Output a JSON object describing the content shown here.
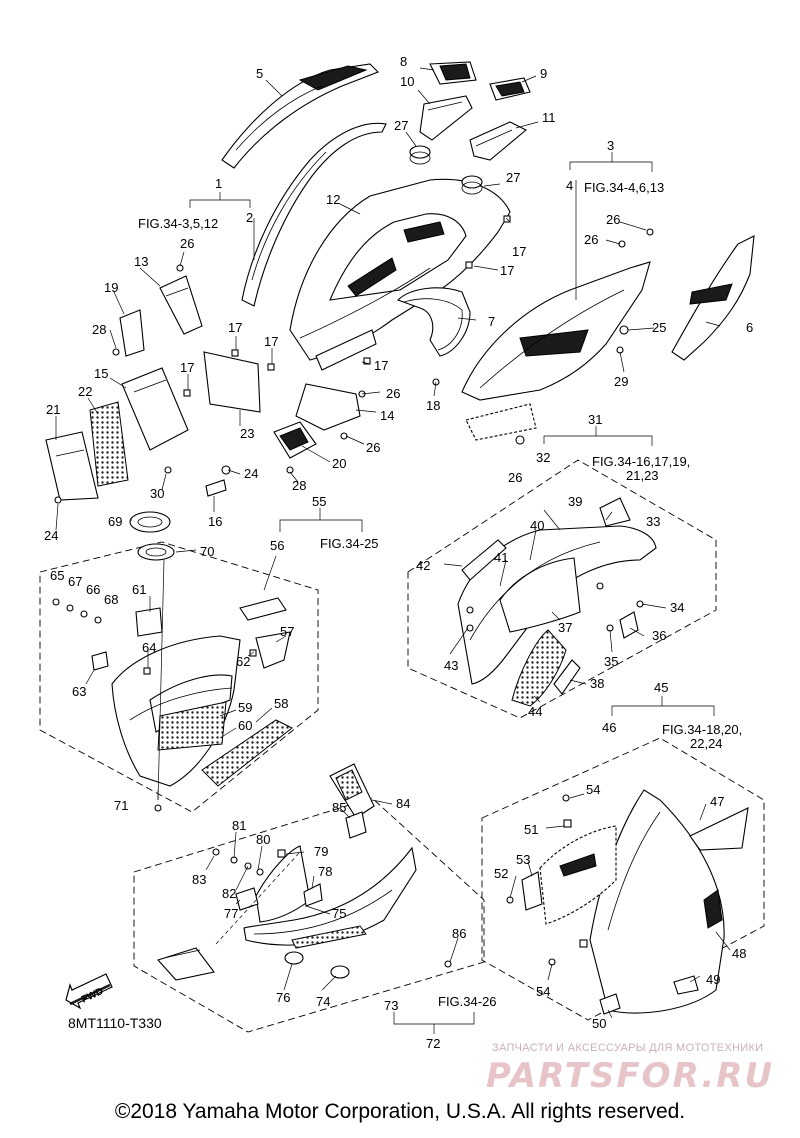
{
  "diagram_code": "8MT1110-T330",
  "fwd_label": "FWD",
  "copyright": "©2018 Yamaha Motor Corporation, U.S.A. All rights reserved.",
  "watermark": {
    "tagline": "ЗАПЧАСТИ И АКСЕССУАРЫ ДЛЯ МОТОТЕХНИКИ",
    "logo": "PARTSFOR.RU"
  },
  "refs": {
    "r1": "FIG.34-3,5,12",
    "r3": "FIG.34-4,6,13",
    "r31a": "FIG.34-16,17,19,",
    "r31b": "21,23",
    "r55": "FIG.34-25",
    "r45a": "FIG.34-18,20,",
    "r45b": "22,24",
    "r73": "FIG.34-26"
  },
  "n": {
    "p1": "1",
    "p2": "2",
    "p3": "3",
    "p4": "4",
    "p5": "5",
    "p6": "6",
    "p7": "7",
    "p8": "8",
    "p9": "9",
    "p10": "10",
    "p11": "11",
    "p12": "12",
    "p13": "13",
    "p14": "14",
    "p15": "15",
    "p16": "16",
    "p17": "17",
    "p18": "18",
    "p19": "19",
    "p20": "20",
    "p21": "21",
    "p22": "22",
    "p23": "23",
    "p24": "24",
    "p25": "25",
    "p26": "26",
    "p27": "27",
    "p28": "28",
    "p29": "29",
    "p30": "30",
    "p31": "31",
    "p32": "32",
    "p33": "33",
    "p34": "34",
    "p35": "35",
    "p36": "36",
    "p37": "37",
    "p38": "38",
    "p39": "39",
    "p40": "40",
    "p41": "41",
    "p42": "42",
    "p43": "43",
    "p44": "44",
    "p45": "45",
    "p46": "46",
    "p47": "47",
    "p48": "48",
    "p49": "49",
    "p50": "50",
    "p51": "51",
    "p52": "52",
    "p53": "53",
    "p54": "54",
    "p55": "55",
    "p56": "56",
    "p57": "57",
    "p58": "58",
    "p59": "59",
    "p60": "60",
    "p61": "61",
    "p62": "62",
    "p63": "63",
    "p64": "64",
    "p65": "65",
    "p66": "66",
    "p67": "67",
    "p68": "68",
    "p69": "69",
    "p70": "70",
    "p71": "71",
    "p72": "72",
    "p73": "73",
    "p74": "74",
    "p75": "75",
    "p76": "76",
    "p77": "77",
    "p78": "78",
    "p79": "79",
    "p80": "80",
    "p81": "81",
    "p82": "82",
    "p83": "83",
    "p84": "84",
    "p85": "85",
    "p86": "86"
  }
}
